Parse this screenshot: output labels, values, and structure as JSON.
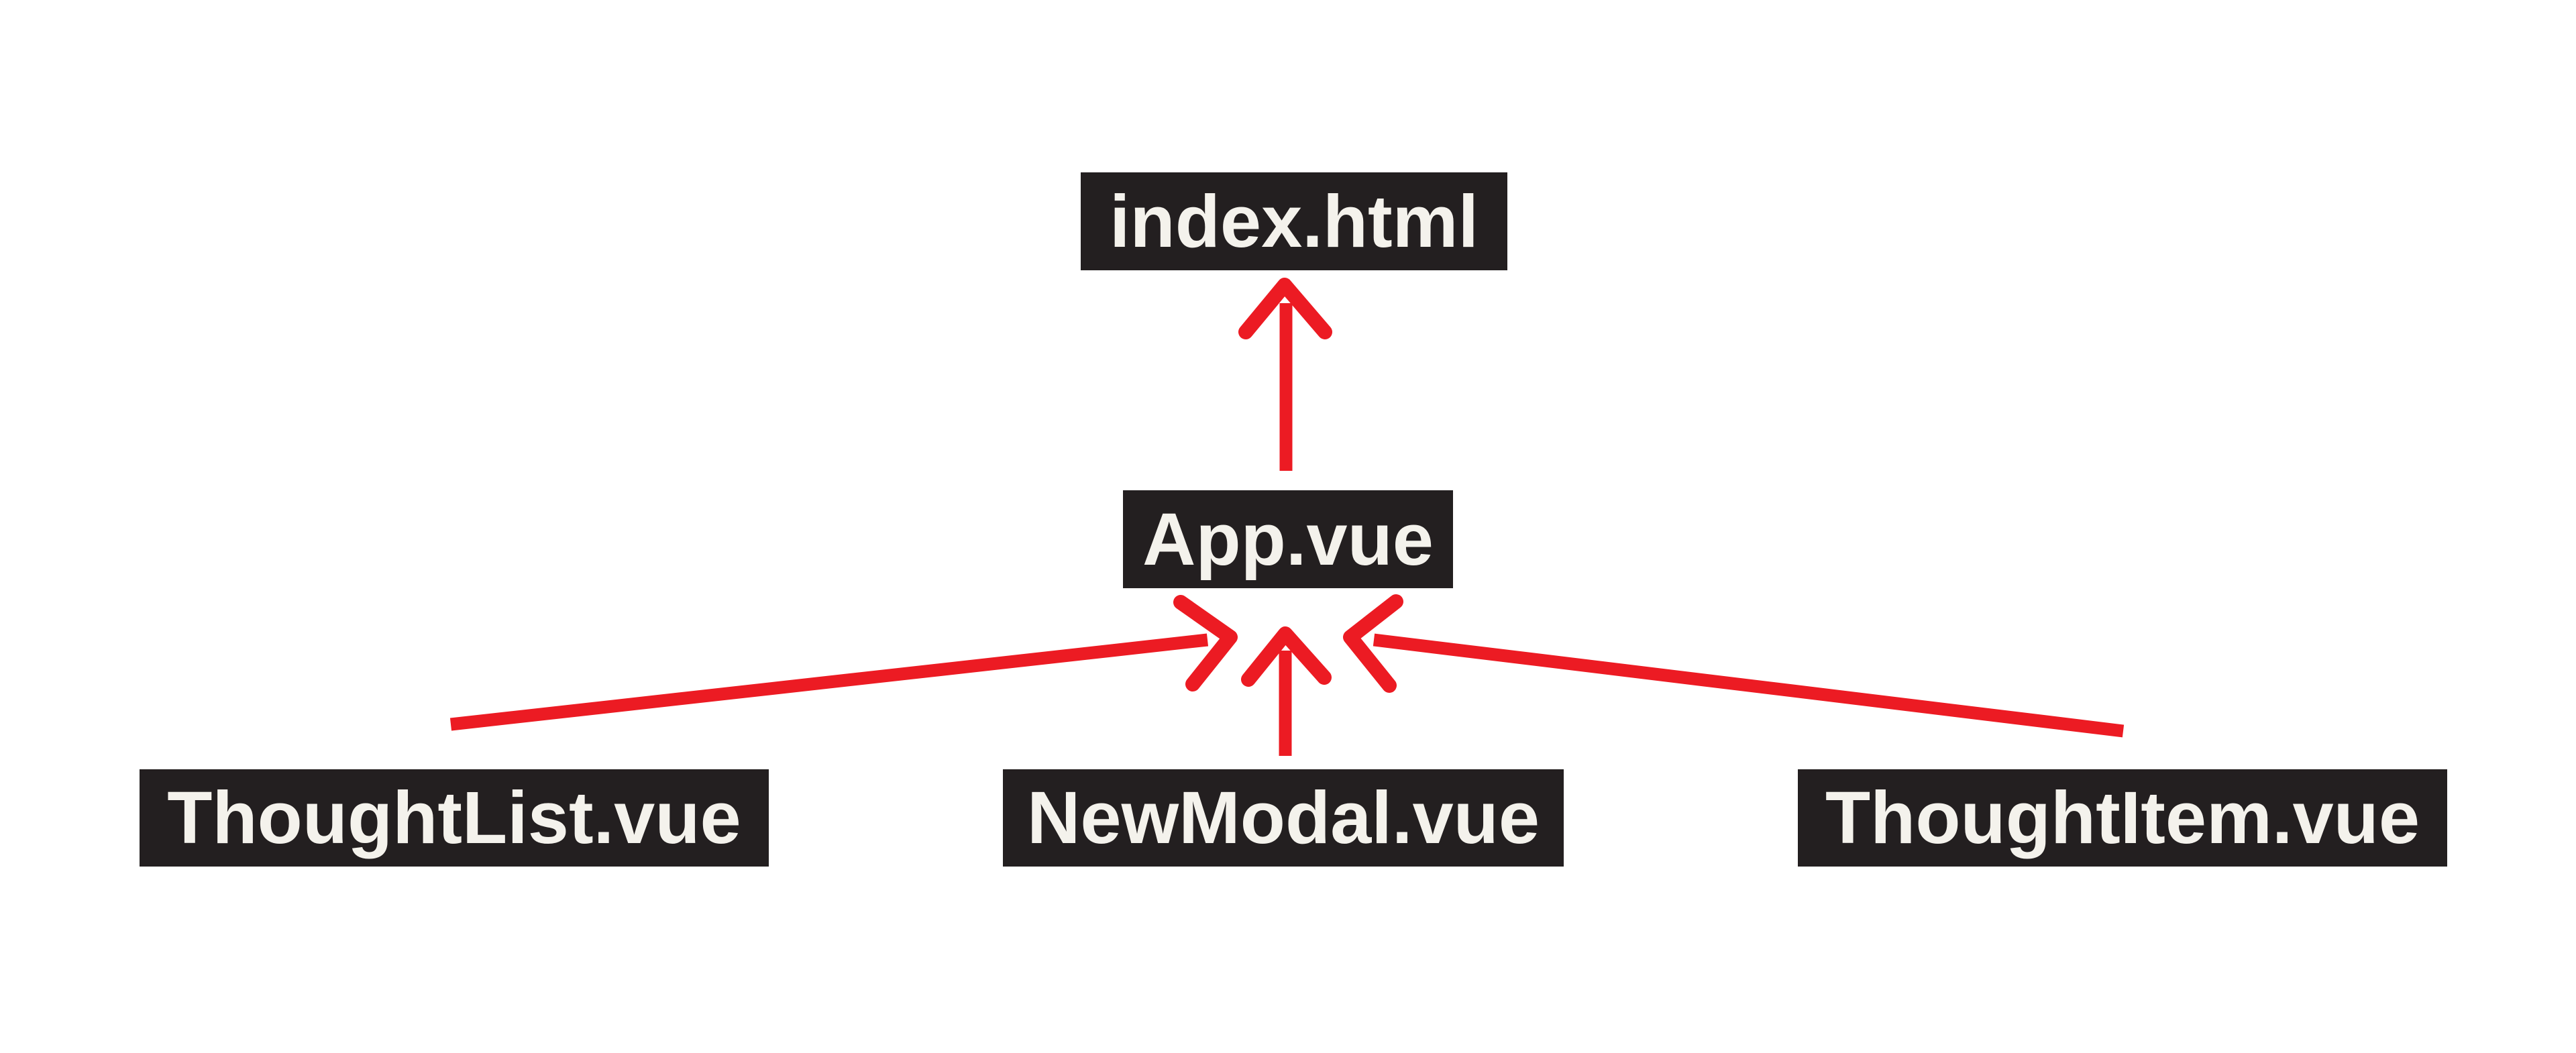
{
  "page": {
    "background": "#ffffff"
  },
  "colors": {
    "node_bg": "#231f20",
    "node_text": "#f4f2ec",
    "arrow": "#ec1b23"
  },
  "diagram": {
    "type": "component-hierarchy",
    "nodes": [
      {
        "id": "index-html",
        "label": "index.html"
      },
      {
        "id": "app-vue",
        "label": "App.vue"
      },
      {
        "id": "thoughtlist-vue",
        "label": "ThoughtList.vue"
      },
      {
        "id": "newmodal-vue",
        "label": "NewModal.vue"
      },
      {
        "id": "thoughtitem-vue",
        "label": "ThoughtItem.vue"
      }
    ],
    "edges": [
      {
        "from": "app-vue",
        "to": "index-html"
      },
      {
        "from": "thoughtlist-vue",
        "to": "app-vue"
      },
      {
        "from": "newmodal-vue",
        "to": "app-vue"
      },
      {
        "from": "thoughtitem-vue",
        "to": "app-vue"
      }
    ]
  }
}
